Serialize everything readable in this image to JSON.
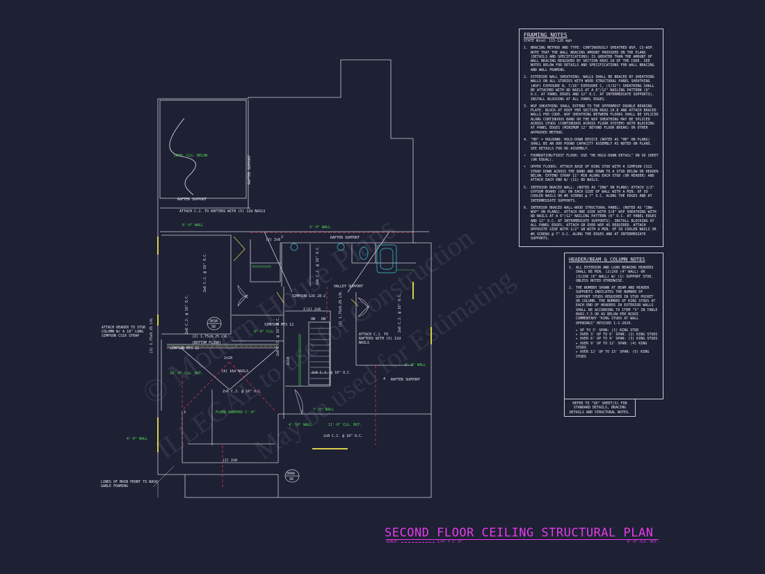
{
  "title": {
    "main": "SECOND FLOOR CEILING STRUCTURAL PLAN",
    "scale_label": "SCALE:",
    "scale_value": "1/4\" = 1'-0\"",
    "height": "8'-0\" CLG. HGT."
  },
  "watermarks": [
    "© Modern House Plans",
    "ILLEGAL to use for Construction",
    "May be used for Estimating"
  ],
  "framing_notes": {
    "heading": "FRAMING NOTES",
    "state_wind": "STATE Wind: 115-120 mph",
    "items": [
      {
        "num": "1.",
        "text": "Bracing method and type: Continuously sheathed WSP, CS-WSP. Note that the wall bracing amount provided on the plans (details and specifications) is greater than the amount of wall bracing required by section R602.10 of the code. See notes below for details and specifications for wall bracing and wall framing."
      },
      {
        "num": "2.",
        "text": "Exterior wall sheathing: Walls shall be braced by sheathing walls on all stories with wood structural panel sheathing (WSP) Exposure B, 7/16\" exposure C, (5/32\") sheathing shall be attached with 8d nails at a 6\"/12\" nailing pattern (6\" o.c. at panel edges and 12\" o.c. at intermediate supports). Install blocking at all panel edges."
      },
      {
        "num": "3.",
        "text": "WSP sheathing shall extend to the uppermost double bearing plate. Block at roof per section R602.10.8 and attach braced walls per code. WSP sheathing between floors shall be spliced along continuous band or the WSP sheathing may be spliced across studs (continuous across floor system) with blocking at panel edges (minimum 12\" beyond floor break) or other approved method."
      },
      {
        "num": "4.",
        "text": "\"HD\" = Holdown: Hold-down device (noted as \"HD\" on plans) shall be an 800 pound capacity assembly as noted on plans. See details for HD assembly."
      },
      {
        "num": "•",
        "text": "Foundation/first floor: Use \"HD Hold-down detail\" on SD sheet (or equal)."
      },
      {
        "num": "•",
        "text": "Upper floors: Attach base of king stud with a Simpson CS22 strap down across the band and down to a stud below or header below. Extend strap 11\" min along each stud (or header) and attach each end w/ (11) 8d nails."
      },
      {
        "num": "5.",
        "text": "Interior braced wall: (noted as \"IBW\" on plans) attach 1/2\" gypsum board (GB) on each side of wall with a min. of 5d cooler nails or #6 screws @ 7\" o.c. along the edges and at intermediate supports."
      },
      {
        "num": "6.",
        "text": "Interior braced wall-wood structural panel: (noted as \"IBW-WSP\" on plans). Attach one side with 3/8\" WSP sheathing with 8d nails at a 6\"/12\" nailing pattern (6\" o.c. at panel edges and 12\" o.c. at intermediate supports). Install blocking at all panel edges. Attach GB over WSP as required. Attach opposite side with 1/2\" GB with a min. of 5d cooler nails or #6 screws @ 7\" o.c. along the edges and at intermediate supports."
      }
    ]
  },
  "header_notes": {
    "heading": "HEADER/BEAM & COLUMN NOTES",
    "items": [
      {
        "num": "1.",
        "text": "All exterior and load bearing headers shall be min. (2)2x8 (4\" wall) or (3)2x8 (6\" wall) w/ (1) support stud, unless noted otherwise."
      },
      {
        "num": "2.",
        "text": "The number shown at beam and header supports indicates the number of support studs required in stud pocket or column. The number of king studs at each end of headers in exterior walls shall be according to Item \"3\" in table R602.7.5 or as below per NCDOI commentary \"king studs at wall openings\" revised 1-1-2020."
      }
    ],
    "bullets": [
      "Up to 3' span: (1) king stud",
      "Over 3' up to 6' span: (2) king studs",
      "Over 6' up to 9' span: (3) king studs",
      "Over 9' up to 12' span: (4) king studs",
      "Over 12' up to 15' span: (5) king studs"
    ]
  },
  "refer_note": "REFER TO \"SD\" SHEET(S) FOR STANDARD DETAILS, BRACING DETAILS AND STRUCTURAL NOTES.",
  "plan_labels": {
    "cath_clg": "CATH. CLG. BELOW",
    "rafter_support_v": "RAFTER SUPPORT",
    "rafter_support_1": "RAFTER SUPPORT",
    "attach_c_to_rafters": "ATTACH C.J. TO RAFTERS WITH (5) 12d NAILS",
    "wall_9ft": "9'-0\" WALL",
    "wall_9ft_b": "9'-0\" WALL",
    "hdr_2x8_a": "(2) 2x8",
    "rafter_support_2": "RAFTER SUPPORT",
    "cj_left": "2x6 C.J. @ 16\" O.C.",
    "cj_mid": "2x6 C.J. @ 16\" O.C.",
    "valley_support": "VALLEY SUPPORT",
    "simpson_lus": "SIMPSON LUS 28-2",
    "hdr_2x8_b": "(2) 2x8",
    "lvl_right": "(2) 1.75x9.25 LVL",
    "cj_right": "2x6 C.J. @ 16\" O.C.",
    "cj_small_1": "2x6 C.J. @ 16\" O.C.",
    "sd_303a": "303A",
    "sd_tag": "SD",
    "simpson_mts": "SIMPSON MTS 12",
    "clg_9ft": "9'-0\" CLG.",
    "lvl_bottom": "(2) 1.75x9.25 LVL",
    "bottom_flush": "(BOTTOM FLUSH)",
    "attach_header": "ATTACH HEADER TO STUD COLUMN W/ A 18\" LONG SIMPSON CS16 STRAP",
    "simpson_mts_2": "SIMPSON MTS 12",
    "lvl_vert": "(2) 1.75x9.25 LVL",
    "cj_vert_small": "2x6 C.J. @ 16\" O.C.",
    "attach_cj_2": "ATTACH C.J. TO RAFTERS WITH (5) 12d NAILS",
    "hdr_2x10": "2x10",
    "nails_16d": "(4) 16d NAILS",
    "hgt_10ft": "10'-0\" CLG. HGT.",
    "cj_lower": "2x6 C.J. @ 16\" O.C.",
    "hdr_2x10_v": "2x10",
    "cj_mid2": "2x6 C.J. @ 16\" O.C.",
    "wall_9ft_c": "9'-0\" WALL",
    "rafter_support_3": "RAFTER SUPPORT",
    "floor_dropped": "FLOOR DROPPED 1'-0\"",
    "wall_7ft": "7'-0\" WALL",
    "wall_4ft": "4'-10\" WALL",
    "hgt_11ft": "11'-0\" CLG. HGT.",
    "cj_bottom": "2x8 C.J. @ 16\" O.C.",
    "wall_4ft_left": "4'-0\" WALL",
    "hdr_2x8_c": "(2) 2x8",
    "sd_304a": "304A",
    "sd_tag_2": "SD",
    "gable_note": "LINES OF MAIN FRONT TO BACK GABLE FRAMING",
    "stair_on": "ON",
    "stair_dn": "DN",
    "num_2": "2",
    "num_3": "3",
    "num_4": "4"
  },
  "colors": {
    "background": "#1e2034",
    "lines": "#cfd0da",
    "labels_green": "#4fe04f",
    "title_magenta": "#e43ce8",
    "window_yellow": "#d8cf4a",
    "beam_red": "#d23a4a",
    "fixtures_cyan": "#41c9d6"
  }
}
